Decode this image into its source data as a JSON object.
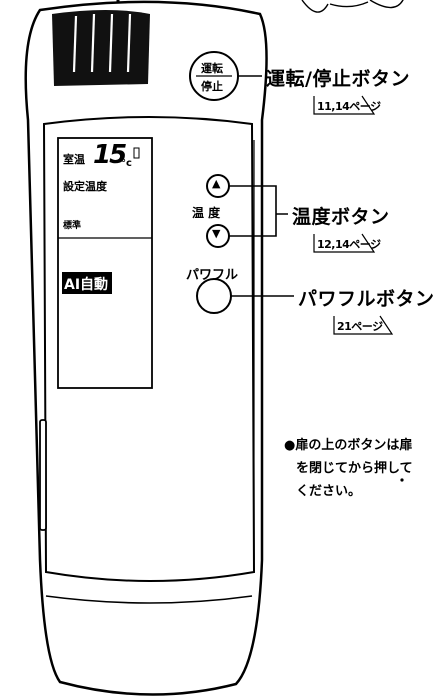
{
  "remote": {
    "run_stop_button_text": [
      "運転",
      "停止"
    ],
    "temp_up_symbol": "▲",
    "temp_down_symbol": "▼",
    "temp_label": "温 度",
    "powerful_label": "パワフル"
  },
  "lcd": {
    "room_label": "室温",
    "room_temp_value": "15",
    "unit": "°c",
    "set_temp_label": "設定温度",
    "mode_label": "標準",
    "ai_auto_label": "AI自動"
  },
  "callouts": {
    "run_stop": {
      "title": "運転/停止ボタン",
      "pages": "11,14ページ"
    },
    "temperature": {
      "title": "温度ボタン",
      "pages": "12,14ページ"
    },
    "powerful": {
      "title": "パワフルボタン",
      "pages": "21ページ"
    }
  },
  "note": {
    "lines": [
      "●扉の上のボタンは扉",
      "を閉じてから押して",
      "ください。"
    ]
  }
}
